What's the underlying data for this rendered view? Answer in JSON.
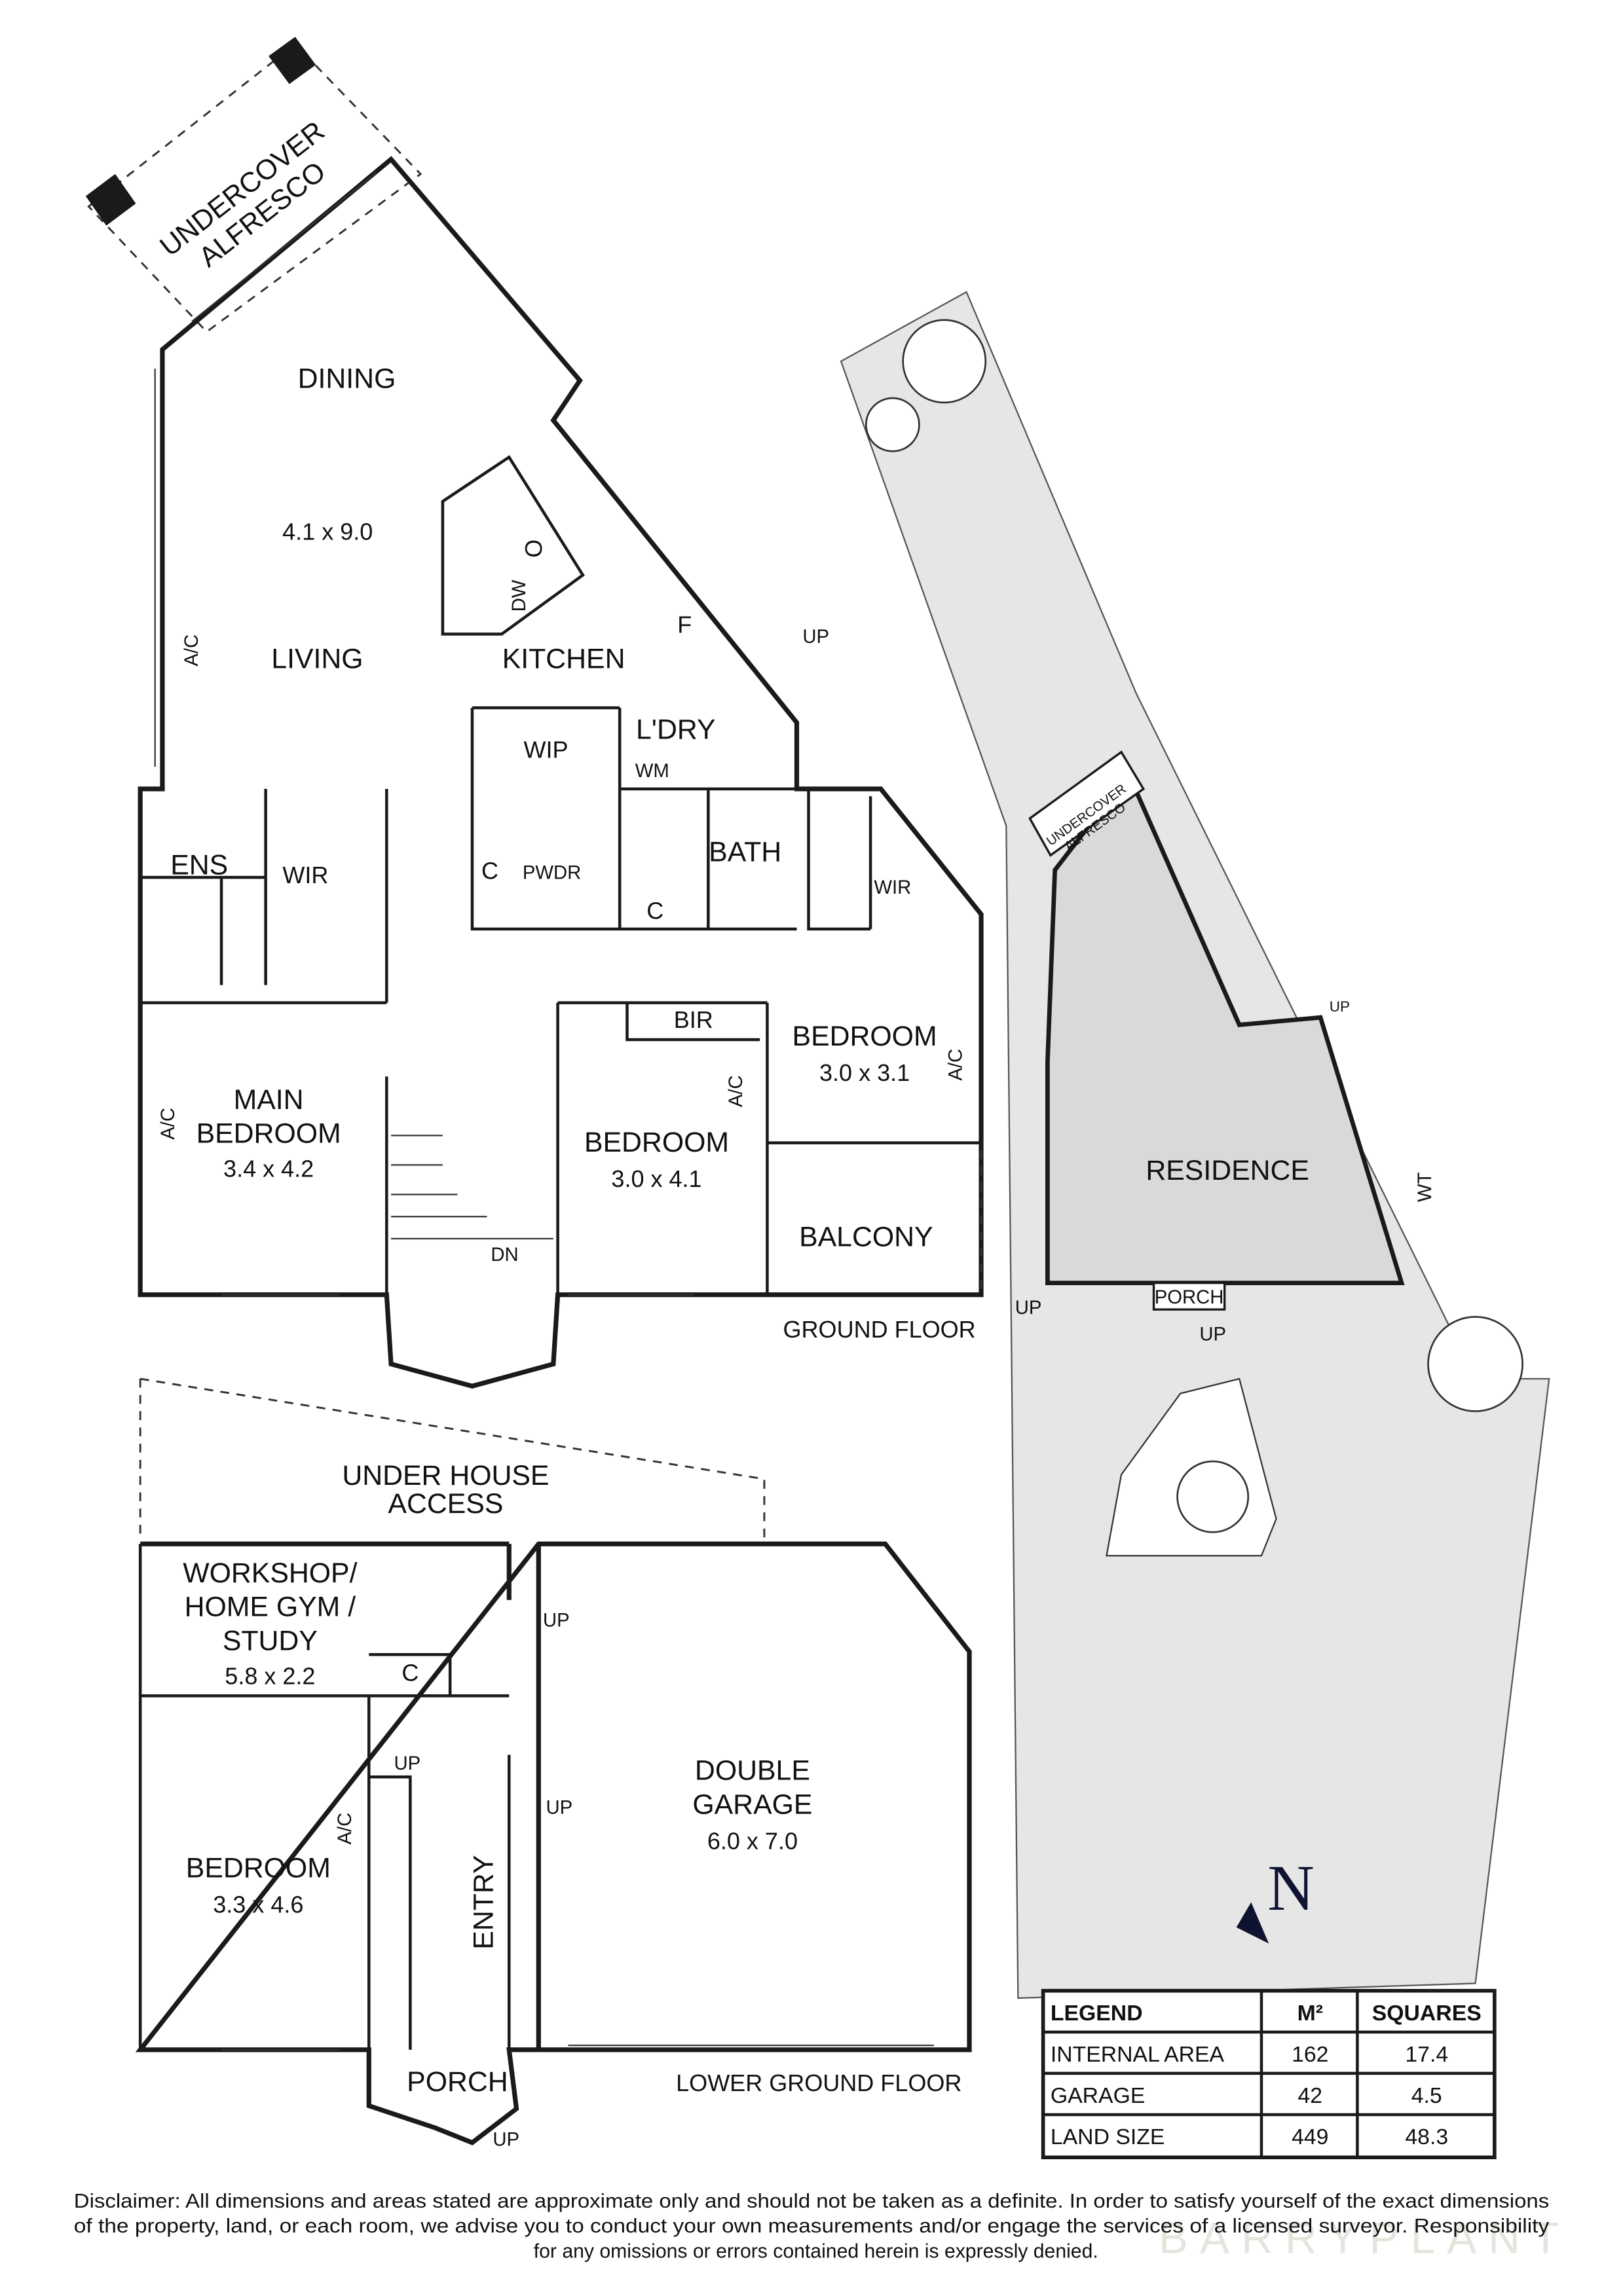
{
  "ground_floor": {
    "title": "GROUND FLOOR",
    "alfresco": [
      "UNDERCOVER",
      "ALFRESCO"
    ],
    "dining": "DINING",
    "living_dining_dim": "4.1 x 9.0",
    "living": "LIVING",
    "kitchen": "KITCHEN",
    "fridge": "F",
    "up": "UP",
    "wip": "WIP",
    "laundry": "L'DRY",
    "wm": "WM",
    "ens": "ENS",
    "wir": "WIR",
    "cupboard": "C",
    "pwdr": "PWDR",
    "bath": "BATH",
    "wir2": "WIR",
    "bir": "BIR",
    "bedroom2": "BEDROOM",
    "bedroom2_dim": "3.0 x 3.1",
    "ac": "A/C",
    "main_bedroom": [
      "MAIN",
      "BEDROOM"
    ],
    "main_bedroom_dim": "3.4 x 4.2",
    "bedroom3": "BEDROOM",
    "bedroom3_dim": "3.0 x 4.1",
    "balcony": "BALCONY",
    "dn": "DN",
    "oven": "O",
    "dw": "DW"
  },
  "site_plan": {
    "alfresco": [
      "UNDERCOVER",
      "ALFRESCO"
    ],
    "up": "UP",
    "residence": "RESIDENCE",
    "wt": "WT",
    "porch": "PORCH"
  },
  "lower_ground_floor": {
    "title": "LOWER GROUND FLOOR",
    "under_house": [
      "UNDER HOUSE",
      "ACCESS"
    ],
    "workshop": [
      "WORKSHOP/",
      "HOME GYM /",
      "STUDY"
    ],
    "workshop_dim": "5.8 x 2.2",
    "cupboard": "C",
    "up": "UP",
    "garage": [
      "DOUBLE",
      "GARAGE"
    ],
    "garage_dim": "6.0 x 7.0",
    "bedroom": "BEDROOM",
    "bedroom_dim": "3.3 x 4.6",
    "ac": "A/C",
    "entry": "ENTRY",
    "porch": "PORCH"
  },
  "north": "N",
  "legend": {
    "headers": [
      "LEGEND",
      "M²",
      "SQUARES"
    ],
    "rows": [
      [
        "INTERNAL AREA",
        "162",
        "17.4"
      ],
      [
        "GARAGE",
        "42",
        "4.5"
      ],
      [
        "LAND SIZE",
        "449",
        "48.3"
      ]
    ]
  },
  "disclaimer": [
    "Disclaimer: All dimensions and areas stated are approximate only and should not be taken as a definite. In order to satisfy yourself of the exact dimensions",
    "of the property, land, or each room, we advise you to conduct your own measurements and/or engage the services of a licensed surveyor. Responsibility",
    "for any omissions or errors contained herein is expressly denied."
  ],
  "watermark": "BARRYPLANT",
  "colors": {
    "site_fill": "#e6e6e6",
    "north_arrow": "#0d1330",
    "lines": "#1a1a1a"
  }
}
